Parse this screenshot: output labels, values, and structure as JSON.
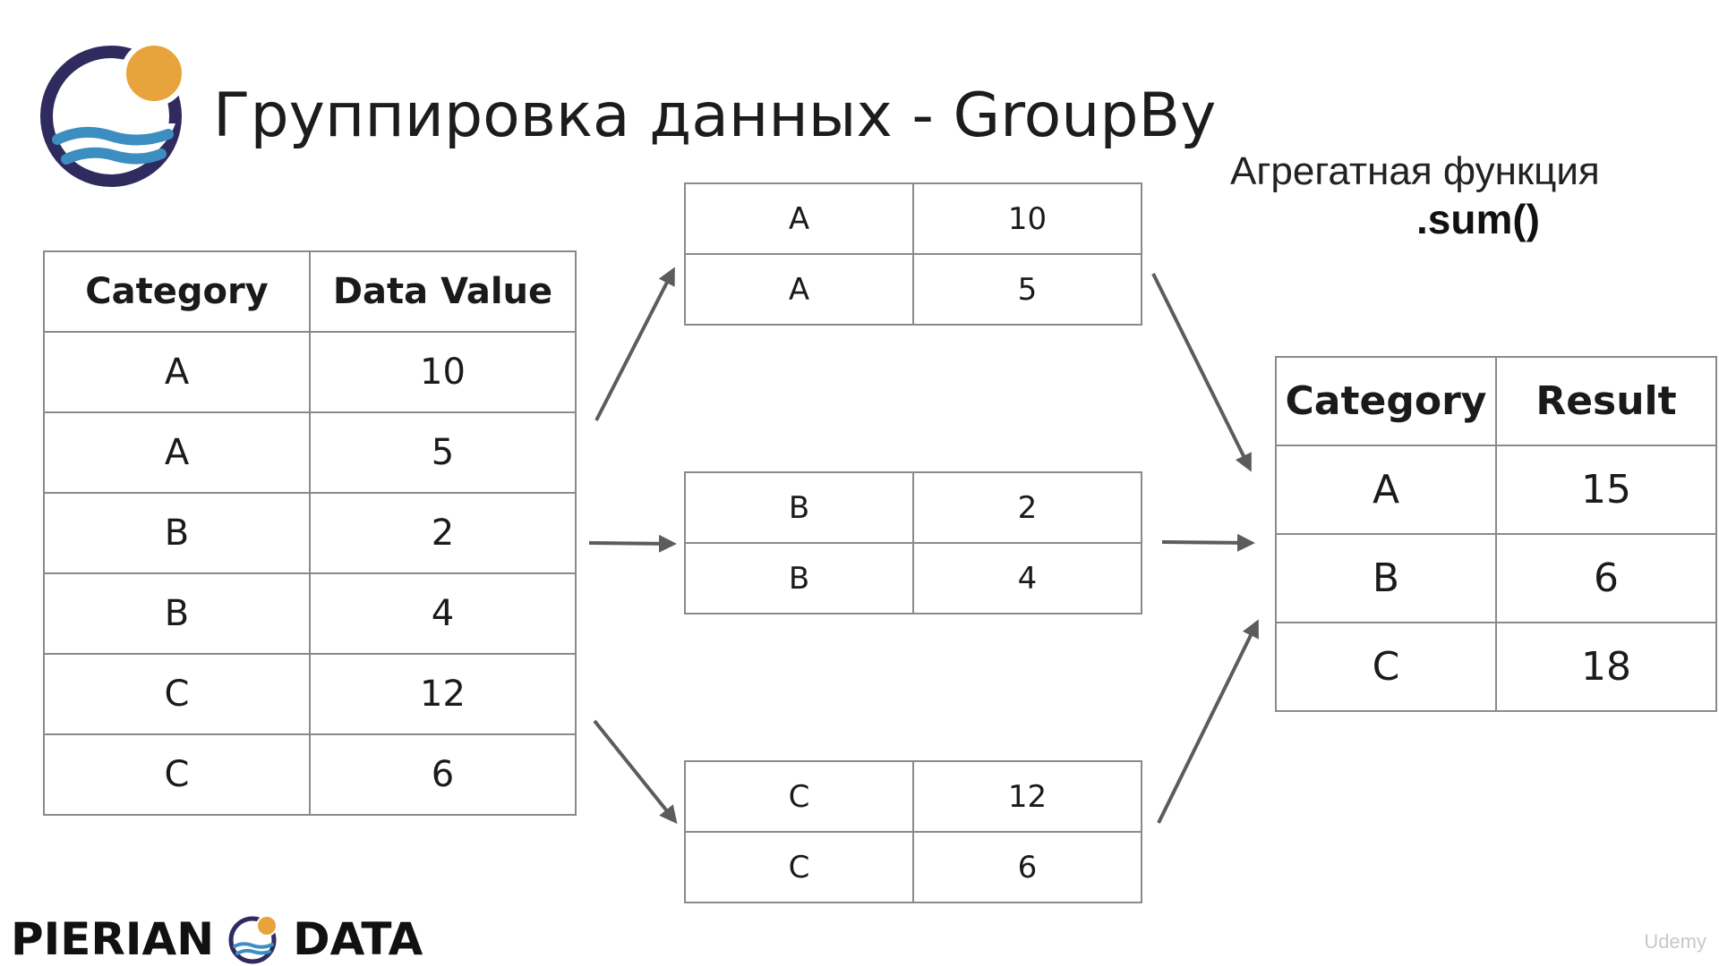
{
  "slide": {
    "title": "Группировка данных - GroupBy",
    "aggregation_label": "Агрегатная функция",
    "aggregation_function": ".sum()"
  },
  "source_table": {
    "headers": [
      "Category",
      "Data Value"
    ],
    "rows": [
      [
        "A",
        "10"
      ],
      [
        "A",
        "5"
      ],
      [
        "B",
        "2"
      ],
      [
        "B",
        "4"
      ],
      [
        "C",
        "12"
      ],
      [
        "C",
        "6"
      ]
    ]
  },
  "groups": [
    {
      "rows": [
        [
          "A",
          "10"
        ],
        [
          "A",
          "5"
        ]
      ]
    },
    {
      "rows": [
        [
          "B",
          "2"
        ],
        [
          "B",
          "4"
        ]
      ]
    },
    {
      "rows": [
        [
          "C",
          "12"
        ],
        [
          "C",
          "6"
        ]
      ]
    }
  ],
  "result_table": {
    "headers": [
      "Category",
      "Result"
    ],
    "rows": [
      [
        "A",
        "15"
      ],
      [
        "B",
        "6"
      ],
      [
        "C",
        "18"
      ]
    ]
  },
  "footer": {
    "brand_left": "PIERIAN",
    "brand_right": "DATA"
  },
  "watermark": "Udemy",
  "colors": {
    "logo_ring": "#2f2b5e",
    "logo_sun": "#e8a33c",
    "logo_wave": "#3d8ec0",
    "arrow": "#5c5c5c",
    "border": "#8a8a8a"
  }
}
